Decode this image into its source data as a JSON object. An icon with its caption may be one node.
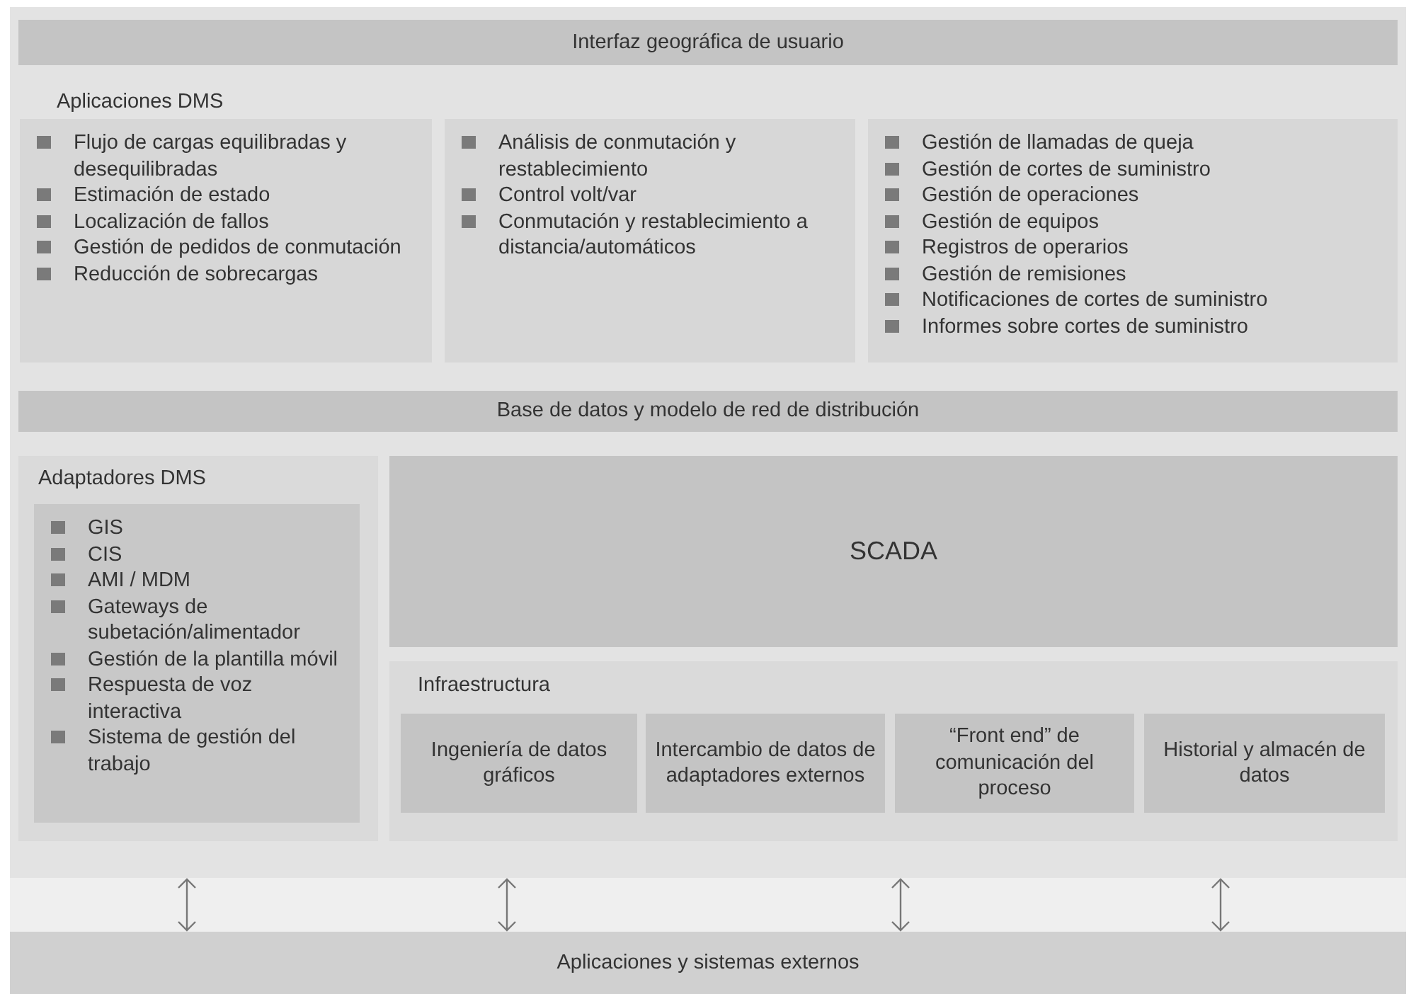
{
  "diagram": {
    "nodes": [
      {
        "text": [],
        "shape": "box"
      },
      {
        "text": [
          "Interfaz geográfica de usuario"
        ],
        "in": 0
      },
      {
        "text": [
          "Flujo de cargas equilibradas y desequilibradas",
          "Estimación de estado",
          "Localización de fallos",
          "Gestión de pedidos de conmutación",
          "Reducción de sobrecargas"
        ],
        "in": 0
      },
      {
        "text": [
          "Análisis de conmutación y restablecimiento",
          "Control volt/var",
          "Conmutación y restablecimiento a distancia/automáticos"
        ],
        "in": 0
      },
      {
        "text": [
          "Gestión de llamadas de queja",
          "Gestión de cortes de suministro",
          "Gestión de operaciones",
          "Gestión de equipos",
          "Registros de operarios",
          "Gestión de remisiones",
          "Notificaciones de cortes de suministro",
          "Informes sobre cortes de suministro"
        ],
        "in": 0
      },
      {
        "text": [
          "Base de datos y modelo de red de distribución"
        ],
        "in": 0
      },
      {
        "text": [
          "Adaptadores DMS"
        ],
        "in": 0
      },
      {
        "text": [
          "GIS",
          "CIS",
          "AMI / MDM",
          "Gateways de subetación/alimentador",
          "Gestión de la plantilla móvil",
          "Respuesta de voz interactiva",
          "Sistema de gestión del trabajo"
        ],
        "in": 6
      },
      {
        "text": [
          "SCADA"
        ],
        "in": 0
      },
      {
        "text": [
          "Infraestructura"
        ],
        "in": 0
      },
      {
        "text": [
          "Ingeniería de datos gráficos"
        ],
        "in": 9
      },
      {
        "text": [
          "Intercambio de datos de adaptadores externos"
        ],
        "in": 9
      },
      {
        "text": [
          "“Front end” de comunicación del proceso"
        ],
        "in": 9
      },
      {
        "text": [
          "Historial y almacén de datos"
        ],
        "in": 9
      },
      {
        "text": [
          "Aplicaciones y sistemas externos"
        ]
      }
    ],
    "edges": [
      {
        "from": 0,
        "to": 14,
        "arrow": "both"
      },
      {
        "from": 0,
        "to": 14,
        "arrow": "both"
      },
      {
        "from": 0,
        "to": 14,
        "arrow": "both"
      },
      {
        "from": 0,
        "to": 14,
        "arrow": "both"
      }
    ],
    "labels": [
      "Aplicaciones DMS"
    ]
  }
}
